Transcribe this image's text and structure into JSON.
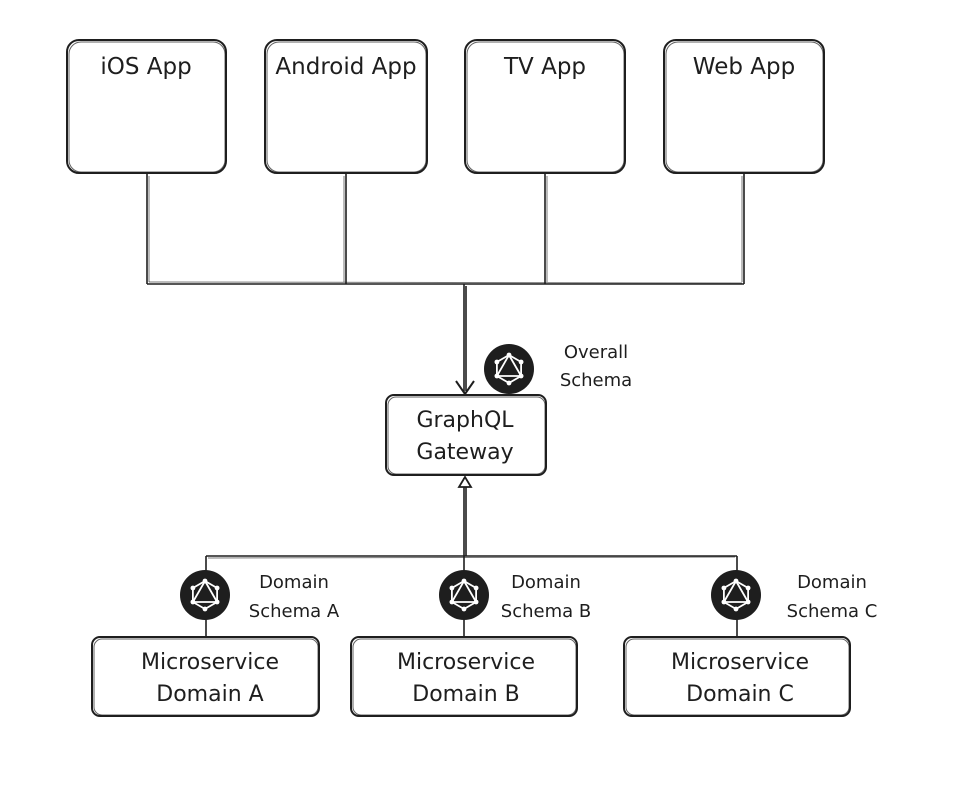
{
  "clients": [
    {
      "label": "iOS App"
    },
    {
      "label": "Android App"
    },
    {
      "label": "TV App"
    },
    {
      "label": "Web App"
    }
  ],
  "gateway": {
    "line1": "GraphQL",
    "line2": "Gateway"
  },
  "overall_schema": {
    "line1": "Overall",
    "line2": "Schema",
    "icon": "graphql-icon"
  },
  "services": [
    {
      "line1": "Microservice",
      "line2": "Domain A",
      "schema_line1": "Domain",
      "schema_line2": "Schema A",
      "icon": "graphql-icon"
    },
    {
      "line1": "Microservice",
      "line2": "Domain B",
      "schema_line1": "Domain",
      "schema_line2": "Schema B",
      "icon": "graphql-icon"
    },
    {
      "line1": "Microservice",
      "line2": "Domain C",
      "schema_line1": "Domain",
      "schema_line2": "Schema C",
      "icon": "graphql-icon"
    }
  ],
  "colors": {
    "ink": "#1e1e1e",
    "background": "#ffffff"
  }
}
